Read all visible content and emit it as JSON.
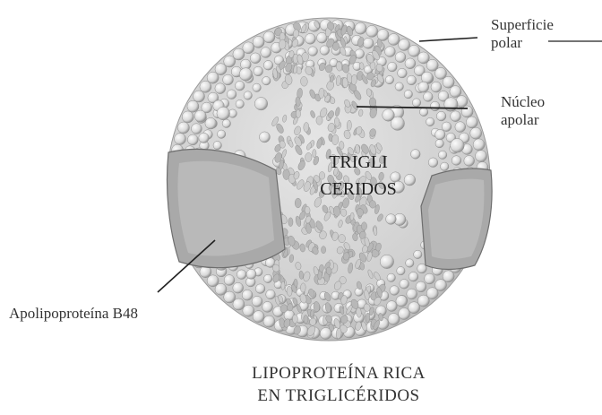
{
  "labels": {
    "surface_line1": "Superficie",
    "surface_line2": "polar",
    "core_line1": "Núcleo",
    "core_line2": "apolar",
    "apolipoprotein": "Apolipoproteína B48"
  },
  "center": {
    "line1": "TRIGLI",
    "line2": "CERIDOS"
  },
  "caption": {
    "line1": "LIPOPROTEÍNA RICA",
    "line2": "EN TRIGLICÉRIDOS"
  },
  "colors": {
    "sphere_fill": "#d6d6d6",
    "core_fill": "#c4c4c4",
    "protein_fill": "#a8a8a8",
    "line": "#222222"
  }
}
